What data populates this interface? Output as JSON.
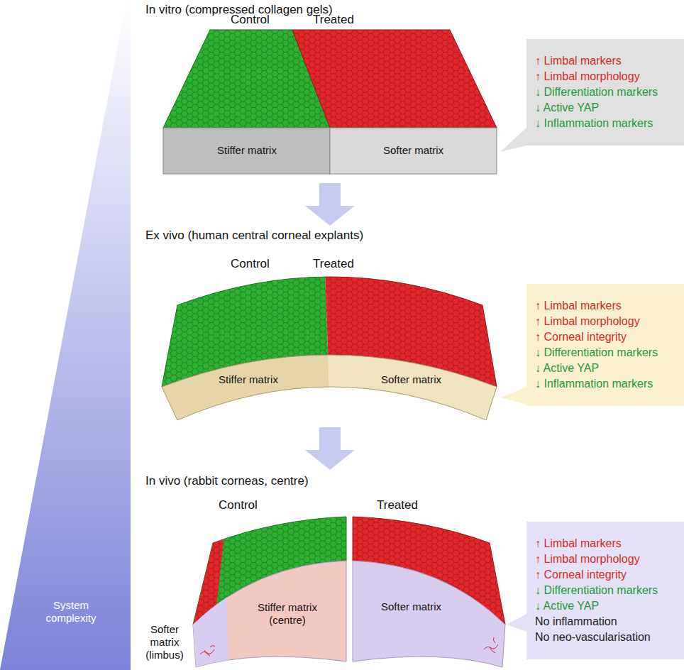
{
  "diagram": {
    "nodes": [
      {
        "text": [
          "Stiffer matrix"
        ]
      },
      {
        "text": [
          "Softer matrix"
        ]
      },
      {
        "text": [
          "↑ Limbal markers",
          "↑ Limbal morphology",
          "↓ Differentiation markers",
          "↓ Active YAP",
          "↓ Inflammation markers"
        ]
      },
      {
        "text": [
          "Stiffer matrix"
        ]
      },
      {
        "text": [
          "Softer matrix"
        ]
      },
      {
        "text": [
          "↑ Limbal markers",
          "↑ Limbal morphology",
          "↑ Corneal integrity",
          "↓ Differentiation markers",
          "↓ Active YAP",
          "↓ Inflammation markers"
        ]
      },
      {
        "text": [
          "Stiffer matrix (centre)"
        ]
      },
      {
        "text": [
          "Softer matrix"
        ]
      },
      {
        "text": [
          "↑ Limbal markers",
          "↑ Limbal morphology",
          "↑ Corneal integrity",
          "↓ Differentiation markers",
          "↓ Active YAP",
          "No inflammation",
          "No neo-vascularisation"
        ]
      }
    ],
    "labels": [
      "In vitro (compressed collagen gels)",
      "Control",
      "Treated",
      "Ex vivo (human central corneal explants)",
      "Control",
      "Treated",
      "In vivo (rabbit corneas, centre)",
      "Control",
      "Treated",
      "Softer matrix (limbus)",
      "System complexity"
    ]
  }
}
